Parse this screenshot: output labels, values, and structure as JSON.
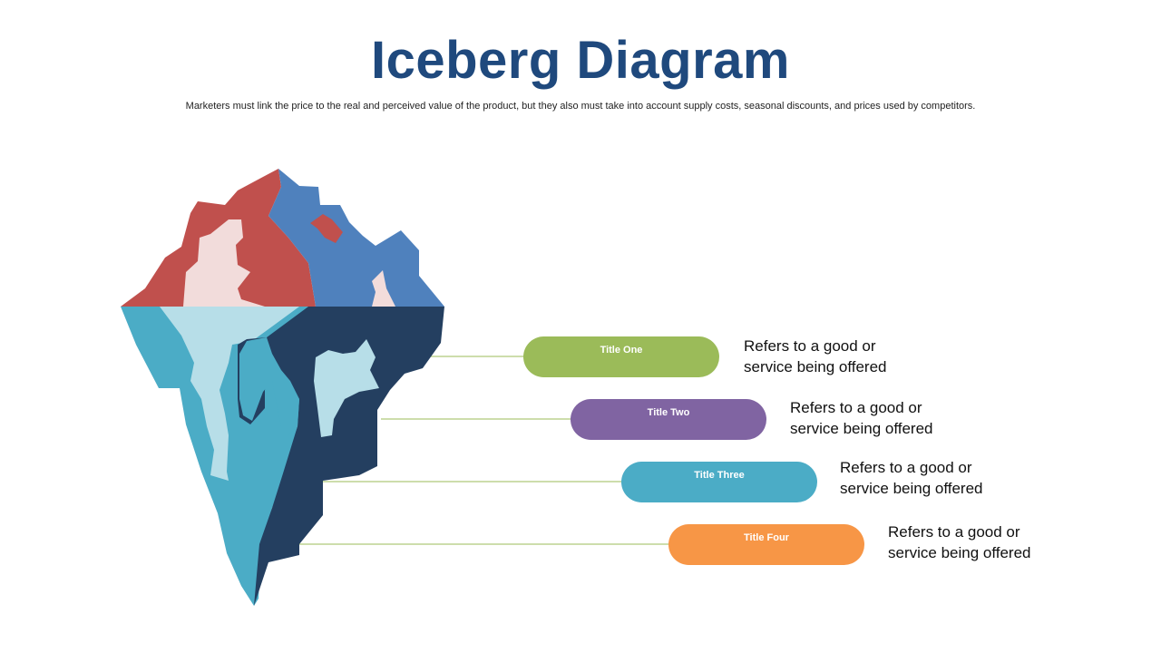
{
  "header": {
    "title": "Iceberg Diagram",
    "subtitle": "Marketers must link the price to the real and perceived value of the product, but they also must take into account supply costs, seasonal discounts, and prices used by competitors."
  },
  "colors": {
    "title": "#1f497d",
    "ice_red": "#c0504d",
    "ice_blue_top": "#4f81bd",
    "ice_pink": "#f2dcdb",
    "ice_teal": "#4bacc6",
    "ice_light": "#b7dee8",
    "ice_navy": "#243f60",
    "connector": "#9bbb59"
  },
  "items": [
    {
      "title": "Title One",
      "description": "Refers to a good or service being offered",
      "color": "#9bbb59"
    },
    {
      "title": "Title Two",
      "description": "Refers to a good or service being offered",
      "color": "#8064a2"
    },
    {
      "title": "Title Three",
      "description": "Refers to a good or service being offered",
      "color": "#4bacc6"
    },
    {
      "title": "Title Four",
      "description": "Refers to a good or service being offered",
      "color": "#f79646"
    }
  ]
}
